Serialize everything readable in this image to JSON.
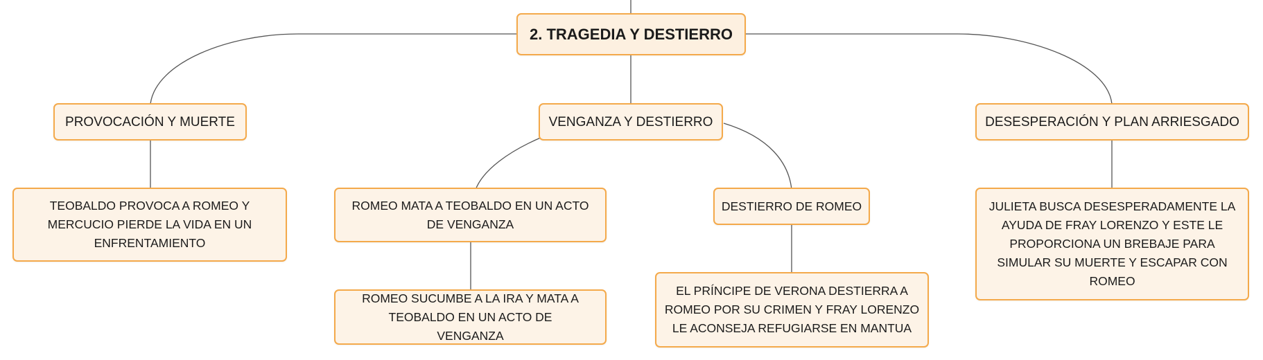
{
  "root": {
    "label": "2. TRAGEDIA Y DESTIERRO"
  },
  "branches": [
    {
      "label": "PROVOCACIÓN Y MUERTE"
    },
    {
      "label": "VENGANZA Y DESTIERRO"
    },
    {
      "label": "DESESPERACIÓN Y PLAN ARRIESGADO"
    }
  ],
  "details": {
    "provocacion": "TEOBALDO PROVOCA A ROMEO Y MERCUCIO PIERDE LA VIDA EN UN ENFRENTAMIENTO",
    "romeo_mata": "ROMEO MATA A TEOBALDO EN UN ACTO DE VENGANZA",
    "romeo_sucumbe": "ROMEO SUCUMBE A LA IRA Y MATA A TEOBALDO EN UN ACTO DE VENGANZA",
    "destierro": "DESTIERRO DE ROMEO",
    "principe": "EL PRÍNCIPE DE VERONA DESTIERRA A ROMEO POR SU CRIMEN Y FRAY LORENZO LE ACONSEJA REFUGIARSE EN MANTUA",
    "julieta": "JULIETA BUSCA DESESPERADAMENTE LA AYUDA DE FRAY LORENZO Y ESTE LE PROPORCIONA UN BREBAJE PARA SIMULAR SU MUERTE Y ESCAPAR CON ROMEO"
  },
  "colors": {
    "node_fill": "#fdf3e7",
    "node_border": "#f4a94a",
    "connector": "#555555"
  }
}
